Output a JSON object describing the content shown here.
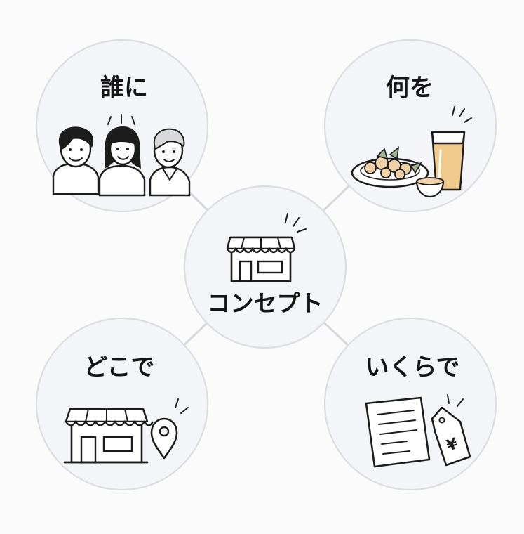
{
  "diagram": {
    "center": {
      "label": "コンセプト",
      "icon": "store-icon"
    },
    "nodes": [
      {
        "label": "誰に",
        "icon": "people-icon"
      },
      {
        "label": "何を",
        "icon": "food-and-drink-icon"
      },
      {
        "label": "どこで",
        "icon": "store-location-icon"
      },
      {
        "label": "いくらで",
        "icon": "price-tag-icon"
      }
    ]
  },
  "colors": {
    "background": "#fbfbfc",
    "circle_fill": "#f4f5f8",
    "circle_stroke": "#dcdde3",
    "connector": "#d6d7de",
    "text": "#151515",
    "beer": "#f0c98d",
    "food": "#f1d2a8",
    "garnish": "#9fb88f"
  }
}
